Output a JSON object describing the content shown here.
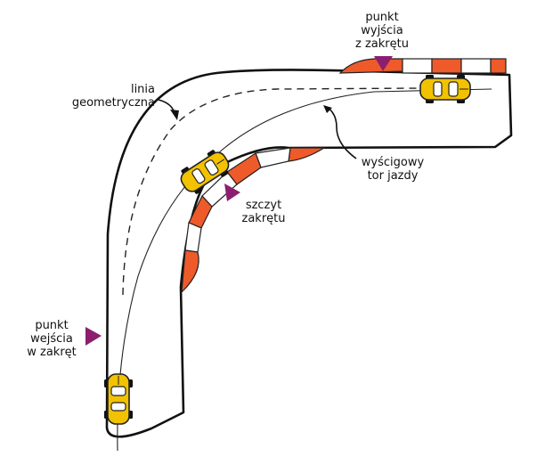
{
  "labels": {
    "exit_point": "punkt\nwyjścia\nz zakrętu",
    "geometric_line": "linia\ngeometryczna",
    "racing_line": "wyścigowy\ntor jazdy",
    "apex": "szczyt\nzakrętu",
    "entry_point": "punkt\nwejścia\nw zakręt"
  },
  "colors": {
    "kerb_red": "#ee5a2a",
    "marker": "#8b1f6e",
    "car_body": "#f2c200",
    "track_outline": "#111111",
    "track_fill": "#ffffff"
  },
  "icons": {
    "marker": "triangle-marker-icon",
    "car": "race-car-icon"
  }
}
